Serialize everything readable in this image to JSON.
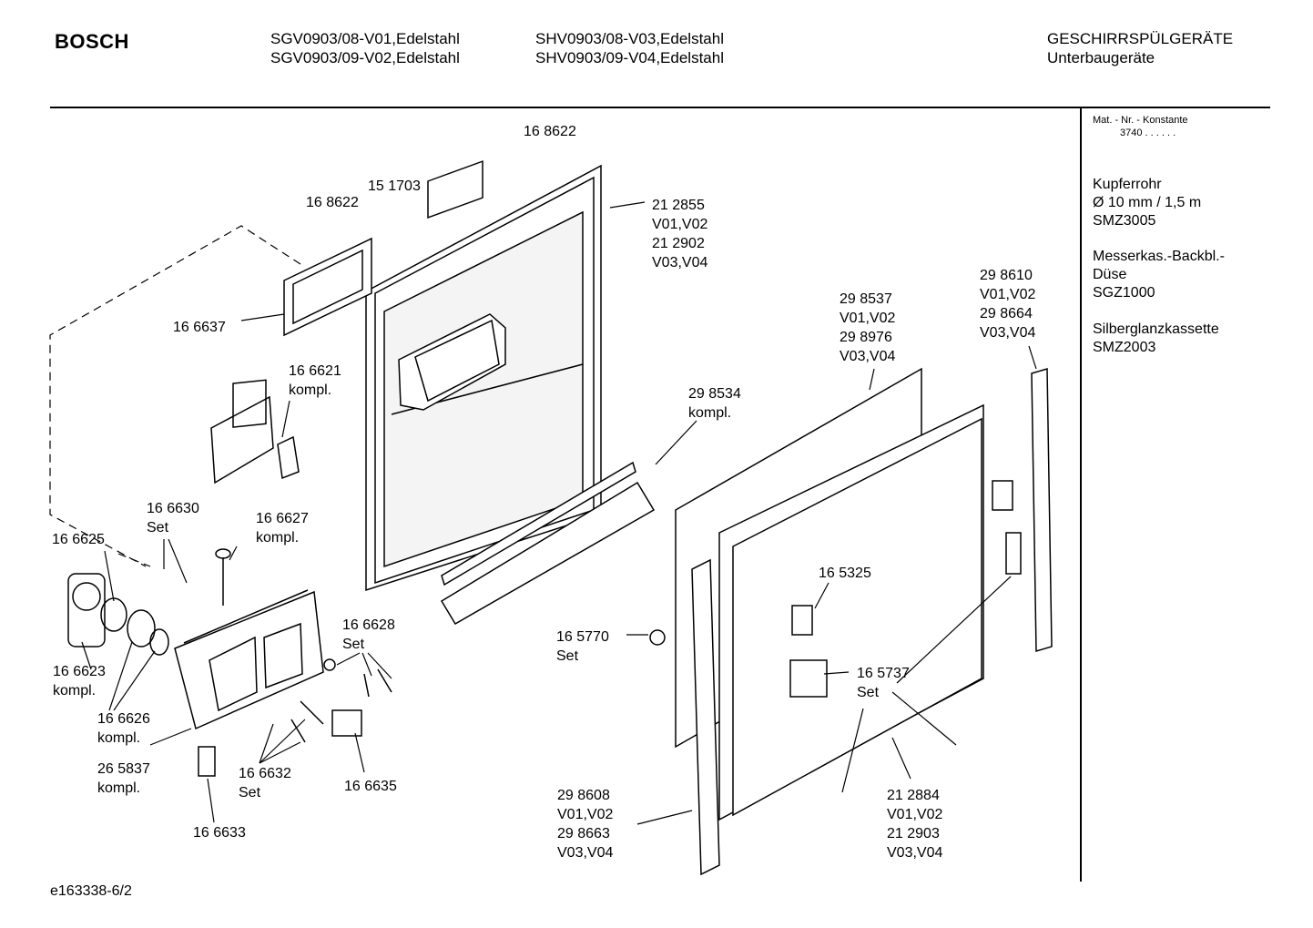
{
  "header": {
    "brand": "BOSCH",
    "models_col1": [
      "SGV0903/08-V01,Edelstahl",
      "SGV0903/09-V02,Edelstahl"
    ],
    "models_col2": [
      "SHV0903/08-V03,Edelstahl",
      "SHV0903/09-V04,Edelstahl"
    ],
    "category": "GESCHIRRSPÜLGERÄTE",
    "subcategory": "Unterbaugeräte"
  },
  "sidebar": {
    "heading": "Mat. - Nr. - Konstante",
    "constant": "3740 . . . . . .",
    "items": [
      {
        "lines": [
          "Kupferrohr",
          "Ø 10 mm / 1,5 m",
          "SMZ3005"
        ]
      },
      {
        "lines": [
          "Messerkas.-Backbl.-",
          "Düse",
          "SGZ1000"
        ]
      },
      {
        "lines": [
          "Silberglanzkassette",
          "SMZ2003"
        ]
      }
    ]
  },
  "parts": [
    {
      "id": "p168622a",
      "lines": [
        "16 8622"
      ]
    },
    {
      "id": "p168622b",
      "lines": [
        "16 8622"
      ]
    },
    {
      "id": "p151703",
      "lines": [
        "15 1703"
      ]
    },
    {
      "id": "p212855",
      "lines": [
        "21 2855",
        "V01,V02",
        "21 2902",
        "V03,V04"
      ]
    },
    {
      "id": "p166637",
      "lines": [
        "16 6637"
      ]
    },
    {
      "id": "p166621",
      "lines": [
        "16 6621",
        "kompl."
      ]
    },
    {
      "id": "p298537",
      "lines": [
        "29 8537",
        "V01,V02",
        "29 8976",
        "V03,V04"
      ]
    },
    {
      "id": "p298610",
      "lines": [
        "29 8610",
        "V01,V02",
        "29 8664",
        "V03,V04"
      ]
    },
    {
      "id": "p298534",
      "lines": [
        "29 8534",
        "kompl."
      ]
    },
    {
      "id": "p166630",
      "lines": [
        "16 6630",
        "Set"
      ]
    },
    {
      "id": "p166627",
      "lines": [
        "16 6627",
        "kompl."
      ]
    },
    {
      "id": "p166625",
      "lines": [
        "16 6625"
      ]
    },
    {
      "id": "p165325",
      "lines": [
        "16 5325"
      ]
    },
    {
      "id": "p166628",
      "lines": [
        "16 6628",
        "Set"
      ]
    },
    {
      "id": "p165770",
      "lines": [
        "16 5770",
        "Set"
      ]
    },
    {
      "id": "p166623",
      "lines": [
        "16 6623",
        "kompl."
      ]
    },
    {
      "id": "p165737",
      "lines": [
        "16 5737",
        "Set"
      ]
    },
    {
      "id": "p166626",
      "lines": [
        "16 6626",
        "kompl."
      ]
    },
    {
      "id": "p265837",
      "lines": [
        "26 5837",
        "kompl."
      ]
    },
    {
      "id": "p166632",
      "lines": [
        "16 6632",
        "Set"
      ]
    },
    {
      "id": "p166635",
      "lines": [
        "16 6635"
      ]
    },
    {
      "id": "p298608",
      "lines": [
        "29 8608",
        "V01,V02",
        "29 8663",
        "V03,V04"
      ]
    },
    {
      "id": "p212884",
      "lines": [
        "21 2884",
        "V01,V02",
        "21 2903",
        "V03,V04"
      ]
    },
    {
      "id": "p166633",
      "lines": [
        "16 6633"
      ]
    }
  ],
  "footer": {
    "drawing_id": "e163338-6/2"
  }
}
